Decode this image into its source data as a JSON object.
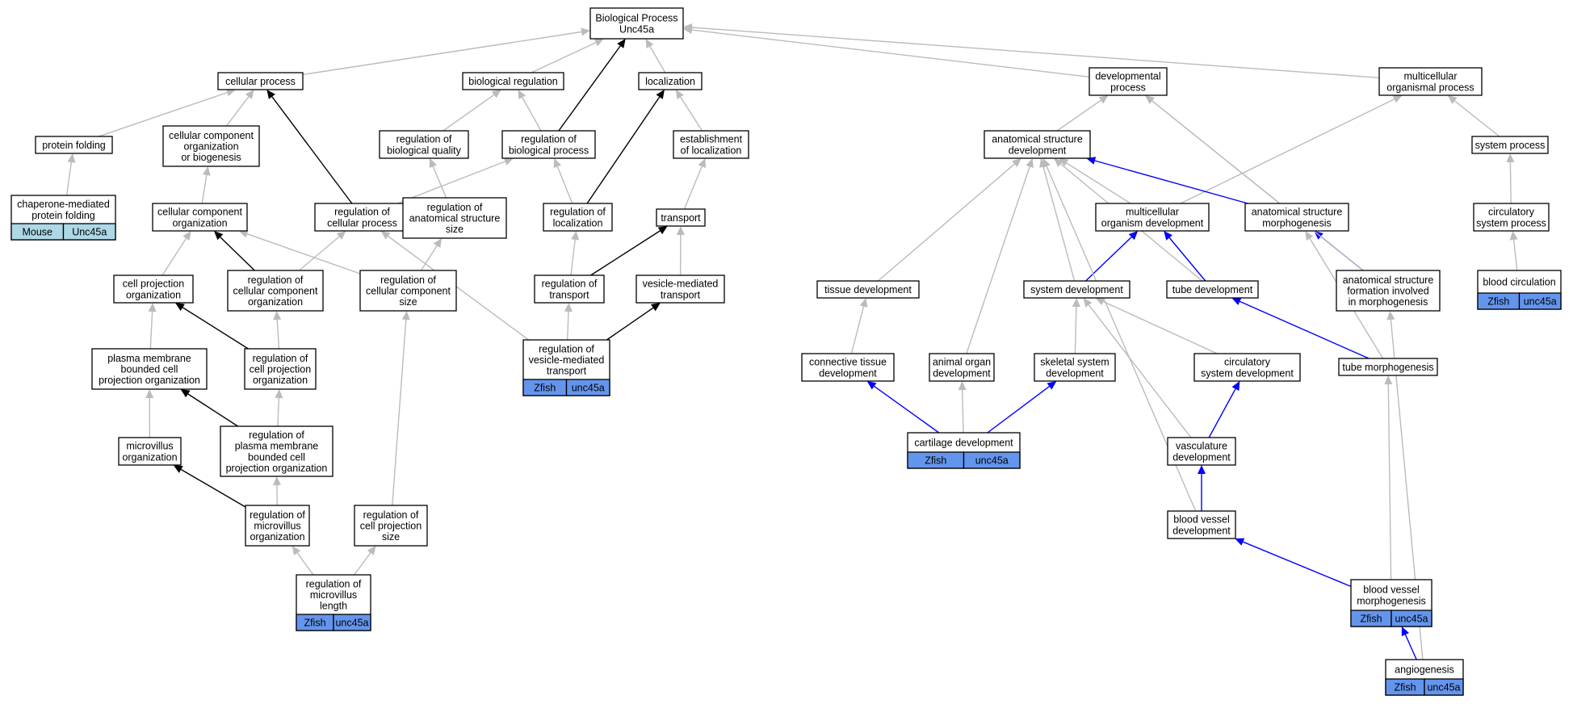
{
  "colors": {
    "edge_default": "#bbbbbb",
    "edge_bold": "#000000",
    "edge_zfish_path": "#0000ff",
    "tag_zfish": "#6495ed",
    "tag_mouse": "#add8e6"
  },
  "nodes": {
    "root": {
      "lines": [
        "Biological Process",
        "Unc45a"
      ]
    },
    "cellular_process": {
      "lines": [
        "cellular process"
      ]
    },
    "biological_regulation": {
      "lines": [
        "biological regulation"
      ]
    },
    "localization": {
      "lines": [
        "localization"
      ]
    },
    "developmental_process": {
      "lines": [
        "developmental",
        "process"
      ]
    },
    "multicellular_organismal_process": {
      "lines": [
        "multicellular",
        "organismal process"
      ]
    },
    "protein_folding": {
      "lines": [
        "protein folding"
      ]
    },
    "cellular_component_organization_or_biogenesis": {
      "lines": [
        "cellular component",
        "organization",
        "or biogenesis"
      ]
    },
    "regulation_of_biological_quality": {
      "lines": [
        "regulation of",
        "biological quality"
      ]
    },
    "regulation_of_biological_process": {
      "lines": [
        "regulation of",
        "biological process"
      ]
    },
    "establishment_of_localization": {
      "lines": [
        "establishment",
        "of localization"
      ]
    },
    "anatomical_structure_development": {
      "lines": [
        "anatomical structure",
        "development"
      ]
    },
    "system_process": {
      "lines": [
        "system process"
      ]
    },
    "chaperone_mediated_protein_folding": {
      "lines": [
        "chaperone-mediated",
        "protein folding"
      ],
      "tags": [
        {
          "species": "Mouse",
          "gene": "Unc45a",
          "kind": "mouse"
        }
      ]
    },
    "cellular_component_organization": {
      "lines": [
        "cellular component",
        "organization"
      ]
    },
    "regulation_of_cellular_process": {
      "lines": [
        "regulation of",
        "cellular process"
      ]
    },
    "regulation_of_anatomical_structure_size": {
      "lines": [
        "regulation of",
        "anatomical structure",
        "size"
      ]
    },
    "regulation_of_localization": {
      "lines": [
        "regulation of",
        "localization"
      ]
    },
    "transport": {
      "lines": [
        "transport"
      ]
    },
    "multicellular_organism_development": {
      "lines": [
        "multicellular",
        "organism development"
      ]
    },
    "anatomical_structure_morphogenesis": {
      "lines": [
        "anatomical structure",
        "morphogenesis"
      ]
    },
    "circulatory_system_process": {
      "lines": [
        "circulatory",
        "system process"
      ]
    },
    "cell_projection_organization": {
      "lines": [
        "cell projection",
        "organization"
      ]
    },
    "regulation_of_cellular_component_organization": {
      "lines": [
        "regulation of",
        "cellular component",
        "organization"
      ]
    },
    "regulation_of_cellular_component_size": {
      "lines": [
        "regulation of",
        "cellular component",
        "size"
      ]
    },
    "regulation_of_transport": {
      "lines": [
        "regulation of",
        "transport"
      ]
    },
    "vesicle_mediated_transport": {
      "lines": [
        "vesicle-mediated",
        "transport"
      ]
    },
    "tissue_development": {
      "lines": [
        "tissue development"
      ]
    },
    "system_development": {
      "lines": [
        "system development"
      ]
    },
    "tube_development": {
      "lines": [
        "tube development"
      ]
    },
    "anatomical_structure_formation_involved_in_morphogenesis": {
      "lines": [
        "anatomical structure",
        "formation involved",
        "in morphogenesis"
      ]
    },
    "blood_circulation": {
      "lines": [
        "blood circulation"
      ],
      "tags": [
        {
          "species": "Zfish",
          "gene": "unc45a",
          "kind": "zfish"
        }
      ]
    },
    "plasma_membrane_bounded_cell_projection_organization": {
      "lines": [
        "plasma membrane",
        "bounded cell",
        "projection organization"
      ]
    },
    "regulation_of_cell_projection_organization": {
      "lines": [
        "regulation of",
        "cell projection",
        "organization"
      ]
    },
    "regulation_of_vesicle_mediated_transport": {
      "lines": [
        "regulation of",
        "vesicle-mediated",
        "transport"
      ],
      "tags": [
        {
          "species": "Zfish",
          "gene": "unc45a",
          "kind": "zfish"
        }
      ]
    },
    "connective_tissue_development": {
      "lines": [
        "connective tissue",
        "development"
      ]
    },
    "animal_organ_development": {
      "lines": [
        "animal organ",
        "development"
      ]
    },
    "skeletal_system_development": {
      "lines": [
        "skeletal system",
        "development"
      ]
    },
    "circulatory_system_development": {
      "lines": [
        "circulatory",
        "system development"
      ]
    },
    "tube_morphogenesis": {
      "lines": [
        "tube morphogenesis"
      ]
    },
    "microvillus_organization": {
      "lines": [
        "microvillus",
        "organization"
      ]
    },
    "regulation_of_plasma_membrane_bounded_cell_projection_organization": {
      "lines": [
        "regulation of",
        "plasma membrane",
        "bounded cell",
        "projection organization"
      ]
    },
    "cartilage_development": {
      "lines": [
        "cartilage development"
      ],
      "tags": [
        {
          "species": "Zfish",
          "gene": "unc45a",
          "kind": "zfish"
        }
      ]
    },
    "vasculature_development": {
      "lines": [
        "vasculature",
        "development"
      ]
    },
    "regulation_of_microvillus_organization": {
      "lines": [
        "regulation of",
        "microvillus",
        "organization"
      ]
    },
    "regulation_of_cell_projection_size": {
      "lines": [
        "regulation of",
        "cell projection",
        "size"
      ]
    },
    "blood_vessel_development": {
      "lines": [
        "blood vessel",
        "development"
      ]
    },
    "regulation_of_microvillus_length": {
      "lines": [
        "regulation of",
        "microvillus",
        "length"
      ],
      "tags": [
        {
          "species": "Zfish",
          "gene": "unc45a",
          "kind": "zfish"
        }
      ]
    },
    "blood_vessel_morphogenesis": {
      "lines": [
        "blood vessel",
        "morphogenesis"
      ],
      "tags": [
        {
          "species": "Zfish",
          "gene": "unc45a",
          "kind": "zfish"
        }
      ]
    },
    "angiogenesis": {
      "lines": [
        "angiogenesis"
      ],
      "tags": [
        {
          "species": "Zfish",
          "gene": "unc45a",
          "kind": "zfish"
        }
      ]
    }
  },
  "edges": [
    {
      "from": "cellular_process",
      "to": "root",
      "style": "default"
    },
    {
      "from": "biological_regulation",
      "to": "root",
      "style": "default"
    },
    {
      "from": "localization",
      "to": "root",
      "style": "default"
    },
    {
      "from": "developmental_process",
      "to": "root",
      "style": "default"
    },
    {
      "from": "multicellular_organismal_process",
      "to": "root",
      "style": "default"
    },
    {
      "from": "regulation_of_biological_process",
      "to": "root",
      "style": "bold"
    },
    {
      "from": "protein_folding",
      "to": "cellular_process",
      "style": "default"
    },
    {
      "from": "cellular_component_organization_or_biogenesis",
      "to": "cellular_process",
      "style": "default"
    },
    {
      "from": "regulation_of_cellular_process",
      "to": "cellular_process",
      "style": "bold"
    },
    {
      "from": "regulation_of_biological_quality",
      "to": "biological_regulation",
      "style": "default"
    },
    {
      "from": "regulation_of_biological_process",
      "to": "biological_regulation",
      "style": "default"
    },
    {
      "from": "establishment_of_localization",
      "to": "localization",
      "style": "default"
    },
    {
      "from": "regulation_of_localization",
      "to": "localization",
      "style": "bold"
    },
    {
      "from": "anatomical_structure_development",
      "to": "developmental_process",
      "style": "default"
    },
    {
      "from": "system_process",
      "to": "multicellular_organismal_process",
      "style": "default"
    },
    {
      "from": "chaperone_mediated_protein_folding",
      "to": "protein_folding",
      "style": "default"
    },
    {
      "from": "cellular_component_organization",
      "to": "cellular_component_organization_or_biogenesis",
      "style": "default"
    },
    {
      "from": "regulation_of_cellular_process",
      "to": "regulation_of_biological_process",
      "style": "default"
    },
    {
      "from": "regulation_of_anatomical_structure_size",
      "to": "regulation_of_biological_quality",
      "style": "default"
    },
    {
      "from": "regulation_of_localization",
      "to": "regulation_of_biological_process",
      "style": "default"
    },
    {
      "from": "transport",
      "to": "establishment_of_localization",
      "style": "default"
    },
    {
      "from": "multicellular_organism_development",
      "to": "anatomical_structure_development",
      "style": "default"
    },
    {
      "from": "multicellular_organism_development",
      "to": "multicellular_organismal_process",
      "style": "default"
    },
    {
      "from": "anatomical_structure_morphogenesis",
      "to": "anatomical_structure_development",
      "style": "blue"
    },
    {
      "from": "anatomical_structure_morphogenesis",
      "to": "developmental_process",
      "style": "default"
    },
    {
      "from": "circulatory_system_process",
      "to": "system_process",
      "style": "default"
    },
    {
      "from": "cell_projection_organization",
      "to": "cellular_component_organization",
      "style": "default"
    },
    {
      "from": "regulation_of_cellular_component_organization",
      "to": "cellular_component_organization",
      "style": "bold"
    },
    {
      "from": "regulation_of_cellular_component_organization",
      "to": "regulation_of_cellular_process",
      "style": "default"
    },
    {
      "from": "regulation_of_cellular_component_size",
      "to": "cellular_component_organization",
      "style": "default"
    },
    {
      "from": "regulation_of_cellular_component_size",
      "to": "regulation_of_anatomical_structure_size",
      "style": "default"
    },
    {
      "from": "regulation_of_transport",
      "to": "regulation_of_localization",
      "style": "default"
    },
    {
      "from": "regulation_of_transport",
      "to": "transport",
      "style": "bold"
    },
    {
      "from": "vesicle_mediated_transport",
      "to": "transport",
      "style": "default"
    },
    {
      "from": "tissue_development",
      "to": "anatomical_structure_development",
      "style": "default"
    },
    {
      "from": "system_development",
      "to": "anatomical_structure_development",
      "style": "default"
    },
    {
      "from": "system_development",
      "to": "multicellular_organism_development",
      "style": "blue"
    },
    {
      "from": "tube_development",
      "to": "anatomical_structure_development",
      "style": "default"
    },
    {
      "from": "tube_development",
      "to": "multicellular_organism_development",
      "style": "blue"
    },
    {
      "from": "anatomical_structure_formation_involved_in_morphogenesis",
      "to": "anatomical_structure_morphogenesis",
      "style": "blue"
    },
    {
      "from": "anatomical_structure_formation_involved_in_morphogenesis",
      "to": "developmental_process",
      "style": "default"
    },
    {
      "from": "blood_circulation",
      "to": "circulatory_system_process",
      "style": "default"
    },
    {
      "from": "plasma_membrane_bounded_cell_projection_organization",
      "to": "cell_projection_organization",
      "style": "default"
    },
    {
      "from": "regulation_of_cell_projection_organization",
      "to": "cell_projection_organization",
      "style": "bold"
    },
    {
      "from": "regulation_of_cell_projection_organization",
      "to": "regulation_of_cellular_component_organization",
      "style": "default"
    },
    {
      "from": "regulation_of_vesicle_mediated_transport",
      "to": "regulation_of_transport",
      "style": "default"
    },
    {
      "from": "regulation_of_vesicle_mediated_transport",
      "to": "vesicle_mediated_transport",
      "style": "bold"
    },
    {
      "from": "regulation_of_vesicle_mediated_transport",
      "to": "regulation_of_cellular_process",
      "style": "default"
    },
    {
      "from": "connective_tissue_development",
      "to": "tissue_development",
      "style": "default"
    },
    {
      "from": "animal_organ_development",
      "to": "anatomical_structure_development",
      "style": "default"
    },
    {
      "from": "skeletal_system_development",
      "to": "system_development",
      "style": "default"
    },
    {
      "from": "circulatory_system_development",
      "to": "system_development",
      "style": "default"
    },
    {
      "from": "tube_morphogenesis",
      "to": "tube_development",
      "style": "blue"
    },
    {
      "from": "tube_morphogenesis",
      "to": "anatomical_structure_morphogenesis",
      "style": "default"
    },
    {
      "from": "microvillus_organization",
      "to": "plasma_membrane_bounded_cell_projection_organization",
      "style": "default"
    },
    {
      "from": "regulation_of_plasma_membrane_bounded_cell_projection_organization",
      "to": "plasma_membrane_bounded_cell_projection_organization",
      "style": "bold"
    },
    {
      "from": "regulation_of_plasma_membrane_bounded_cell_projection_organization",
      "to": "regulation_of_cell_projection_organization",
      "style": "default"
    },
    {
      "from": "cartilage_development",
      "to": "connective_tissue_development",
      "style": "blue"
    },
    {
      "from": "cartilage_development",
      "to": "animal_organ_development",
      "style": "default"
    },
    {
      "from": "cartilage_development",
      "to": "skeletal_system_development",
      "style": "blue"
    },
    {
      "from": "vasculature_development",
      "to": "circulatory_system_development",
      "style": "blue"
    },
    {
      "from": "vasculature_development",
      "to": "system_development",
      "style": "default"
    },
    {
      "from": "regulation_of_microvillus_organization",
      "to": "microvillus_organization",
      "style": "bold"
    },
    {
      "from": "regulation_of_microvillus_organization",
      "to": "regulation_of_plasma_membrane_bounded_cell_projection_organization",
      "style": "default"
    },
    {
      "from": "regulation_of_cell_projection_size",
      "to": "regulation_of_cellular_component_size",
      "style": "default"
    },
    {
      "from": "blood_vessel_development",
      "to": "vasculature_development",
      "style": "blue"
    },
    {
      "from": "blood_vessel_development",
      "to": "anatomical_structure_development",
      "style": "default"
    },
    {
      "from": "regulation_of_microvillus_length",
      "to": "regulation_of_microvillus_organization",
      "style": "default"
    },
    {
      "from": "regulation_of_microvillus_length",
      "to": "regulation_of_cell_projection_size",
      "style": "default"
    },
    {
      "from": "blood_vessel_morphogenesis",
      "to": "blood_vessel_development",
      "style": "blue"
    },
    {
      "from": "blood_vessel_morphogenesis",
      "to": "tube_morphogenesis",
      "style": "default"
    },
    {
      "from": "angiogenesis",
      "to": "blood_vessel_morphogenesis",
      "style": "blue"
    },
    {
      "from": "angiogenesis",
      "to": "anatomical_structure_formation_involved_in_morphogenesis",
      "style": "default"
    }
  ]
}
